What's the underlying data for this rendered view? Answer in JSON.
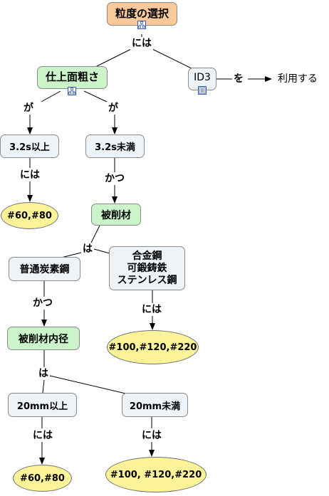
{
  "colors": {
    "orange": "#f9c89b",
    "green": "#cbf5c8",
    "gray_blue": "#eef3f8",
    "yellow": "#fdf49a",
    "line": "#000000"
  },
  "icons": {
    "root_submap": "submap-icon",
    "surface_submap": "submap-icon",
    "id3_document": "document-icon"
  },
  "nodes": {
    "root": "粒度の選択",
    "surface": "仕上面粗さ",
    "id3": "ID3",
    "rough_ge": "3.2s以上",
    "rough_lt": "3.2s未満",
    "r1": "#60,#80",
    "workpiece": "被削材",
    "carbon": "普通炭素鋼",
    "alloy": [
      "合金鋼",
      "可鍛鋳鉄",
      "ステンレス鋼"
    ],
    "r2": "#100,#120,#220",
    "diameter": "被削材内径",
    "d_ge": "20mm以上",
    "d_lt": "20mm未満",
    "r3": "#60,#80",
    "r4": "#100, #120,#220"
  },
  "links": {
    "root_ha": "には",
    "id3_wo": "を",
    "use": "利用する",
    "ga_left": "が",
    "ga_right": "が",
    "niha1": "には",
    "katsu1": "かつ",
    "ha1": "は",
    "katsu2": "かつ",
    "niha2": "には",
    "ha2": "は",
    "niha3": "には",
    "niha4": "には"
  }
}
